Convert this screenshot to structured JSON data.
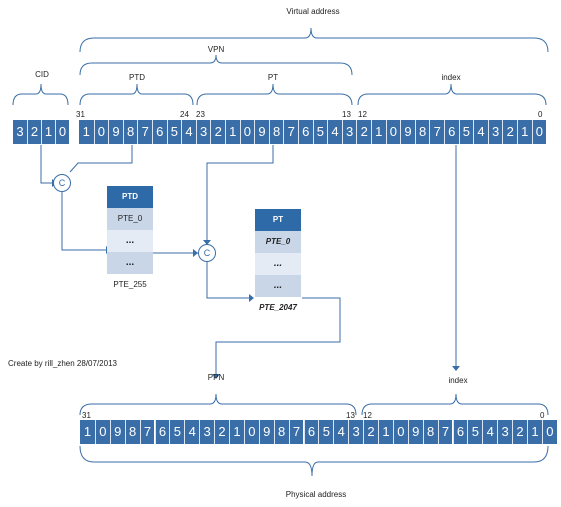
{
  "labels": {
    "virtual_address": "Virtual address",
    "vpn": "VPN",
    "cid": "CID",
    "ptd": "PTD",
    "pt": "PT",
    "index_top": "index",
    "ppn": "PPN",
    "index_bottom": "index",
    "physical_address": "Physical address",
    "credit": "Create by rill_zhen 28/07/2013"
  },
  "bit_numbers_top": {
    "n31": "31",
    "n24": "24",
    "n23": "23",
    "n13": "13",
    "n12": "12",
    "n0": "0"
  },
  "bit_numbers_bottom": {
    "n31": "31",
    "n13": "13",
    "n12": "12",
    "n0": "0"
  },
  "cid_digits": [
    "3",
    "2",
    "1",
    "0"
  ],
  "virtual_digits": [
    "1",
    "0",
    "9",
    "8",
    "7",
    "6",
    "5",
    "4",
    "3",
    "2",
    "1",
    "0",
    "9",
    "8",
    "7",
    "6",
    "5",
    "4",
    "3",
    "2",
    "1",
    "0",
    "9",
    "8",
    "7",
    "6",
    "5",
    "4",
    "3",
    "2",
    "1",
    "0"
  ],
  "physical_digits": [
    "1",
    "0",
    "9",
    "8",
    "7",
    "6",
    "5",
    "4",
    "3",
    "2",
    "1",
    "0",
    "9",
    "8",
    "7",
    "6",
    "5",
    "4",
    "3",
    "2",
    "1",
    "0",
    "9",
    "8",
    "7",
    "6",
    "5",
    "4",
    "3",
    "2",
    "1",
    "0"
  ],
  "ptd_table": {
    "header": "PTD",
    "rows": [
      "PTE_0",
      "...",
      "...",
      "PTE_255"
    ]
  },
  "pt_table": {
    "header": "PT",
    "rows": [
      "PTE_0",
      "...",
      "...",
      "PTE_2047"
    ]
  },
  "combine_symbol": "C",
  "colors": {
    "bit_fill": "#3a6ea8",
    "line": "#3a6ea8",
    "header_fill": "#2f6aa8"
  }
}
